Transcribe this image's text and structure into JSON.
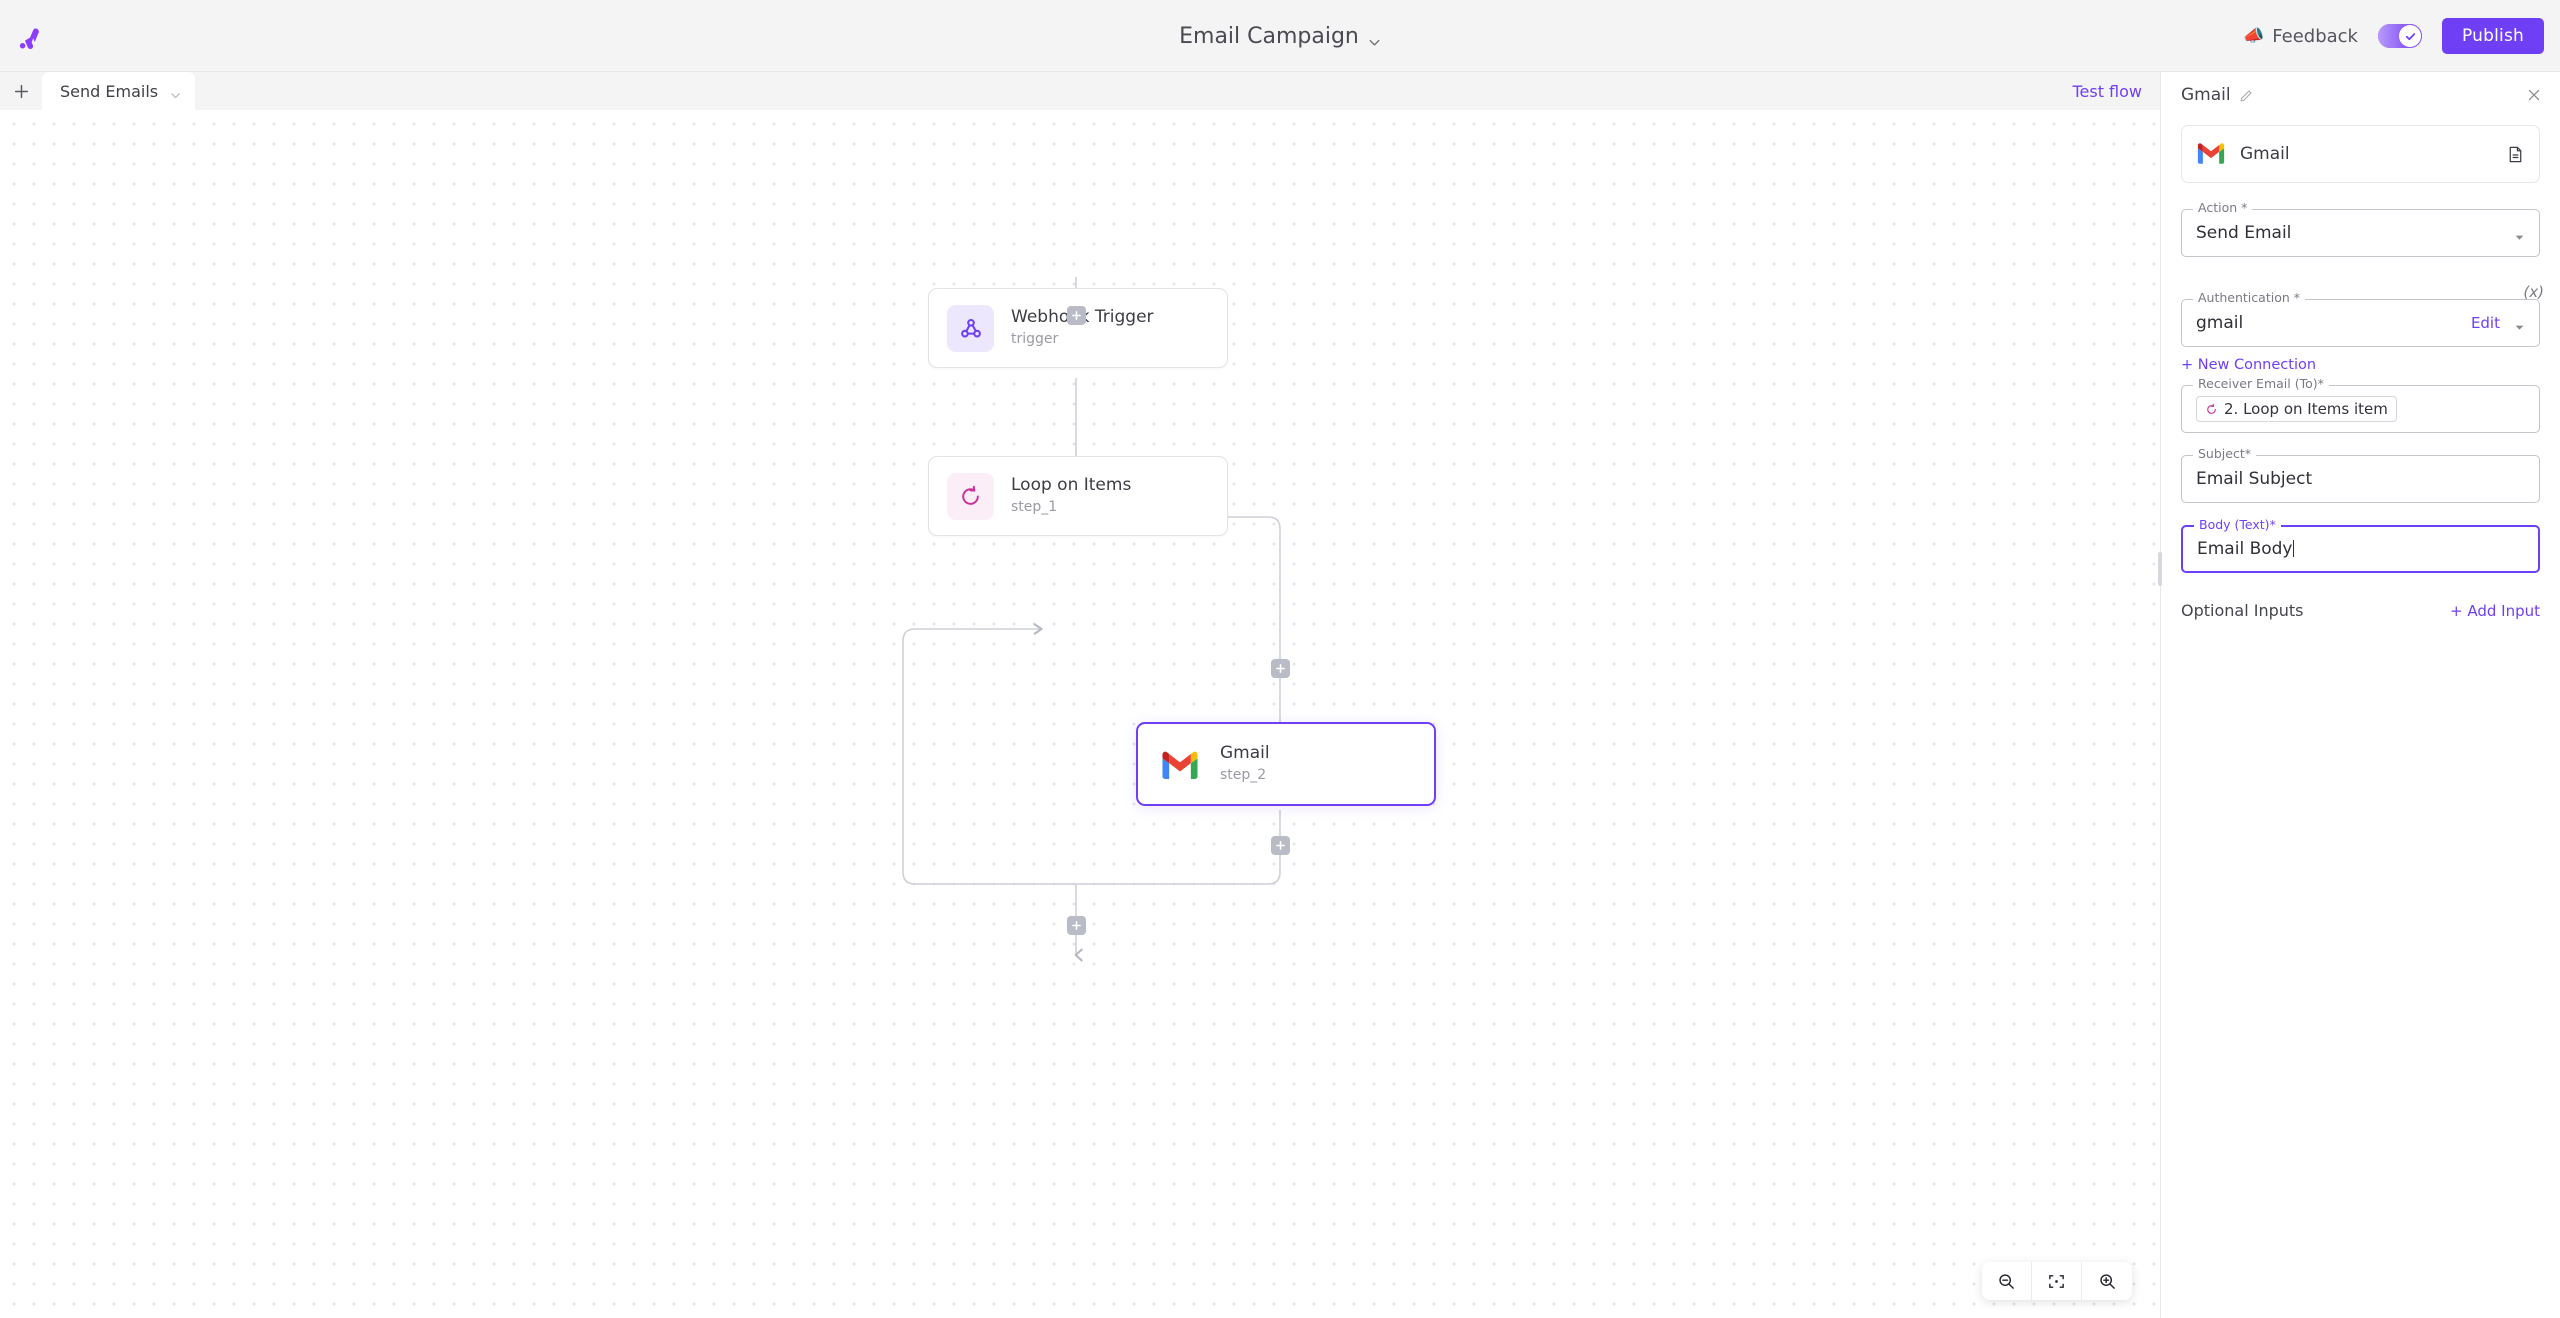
{
  "app": {
    "logo_icon": "activepieces-logo-icon"
  },
  "header": {
    "title": "Email Campaign",
    "title_chevron_icon": "chevron-down-icon",
    "feedback_label": "Feedback",
    "feedback_icon": "megaphone-icon",
    "toggle_icon": "check-icon",
    "toggle_on": true,
    "publish_label": "Publish",
    "accent_color": "#6f3ff5"
  },
  "toolbar": {
    "add_tab_label": "+",
    "add_tab_icon": "plus-icon",
    "tab_label": "Send Emails",
    "tab_chevron_icon": "chevron-down-icon",
    "test_flow_label": "Test flow"
  },
  "canvas": {
    "nodes": [
      {
        "title": "Webhook Trigger",
        "subtitle": "trigger",
        "icon": "webhook-icon",
        "selected": false
      },
      {
        "title": "Loop on Items",
        "subtitle": "step_1",
        "icon": "loop-icon",
        "selected": false
      },
      {
        "title": "Gmail",
        "subtitle": "step_2",
        "icon": "gmail-icon",
        "selected": true
      }
    ],
    "edge_plus_icon": "plus-icon",
    "zoom_controls": {
      "zoom_out_icon": "zoom-out-icon",
      "fit_view_icon": "fit-to-screen-icon",
      "zoom_in_icon": "zoom-in-icon"
    }
  },
  "panel": {
    "title": "Gmail",
    "edit_title_icon": "pencil-icon",
    "close_icon": "close-icon",
    "service": {
      "name": "Gmail",
      "logo_icon": "gmail-icon",
      "docs_icon": "document-icon"
    },
    "fields": [
      {
        "label": "Action *",
        "value": "Send Email",
        "type": "select",
        "chevron_icon": "chevron-down-icon",
        "focused": false
      },
      {
        "label": "Authentication *",
        "value": "gmail",
        "type": "select",
        "edit_label": "Edit",
        "chevron_icon": "chevron-down-icon",
        "variable_icon": "(x)",
        "focused": false
      },
      {
        "label": "Receiver Email (To)*",
        "type": "tokens",
        "token": {
          "text": "2. Loop on Items item",
          "icon": "loop-icon"
        },
        "focused": false
      },
      {
        "label": "Subject*",
        "value": "Email Subject",
        "type": "text",
        "focused": false
      },
      {
        "label": "Body (Text)*",
        "value": "Email Body",
        "type": "text",
        "focused": true
      }
    ],
    "new_connection_label": "+ New Connection",
    "optional_inputs_label": "Optional Inputs",
    "add_input_label": "+ Add Input"
  }
}
